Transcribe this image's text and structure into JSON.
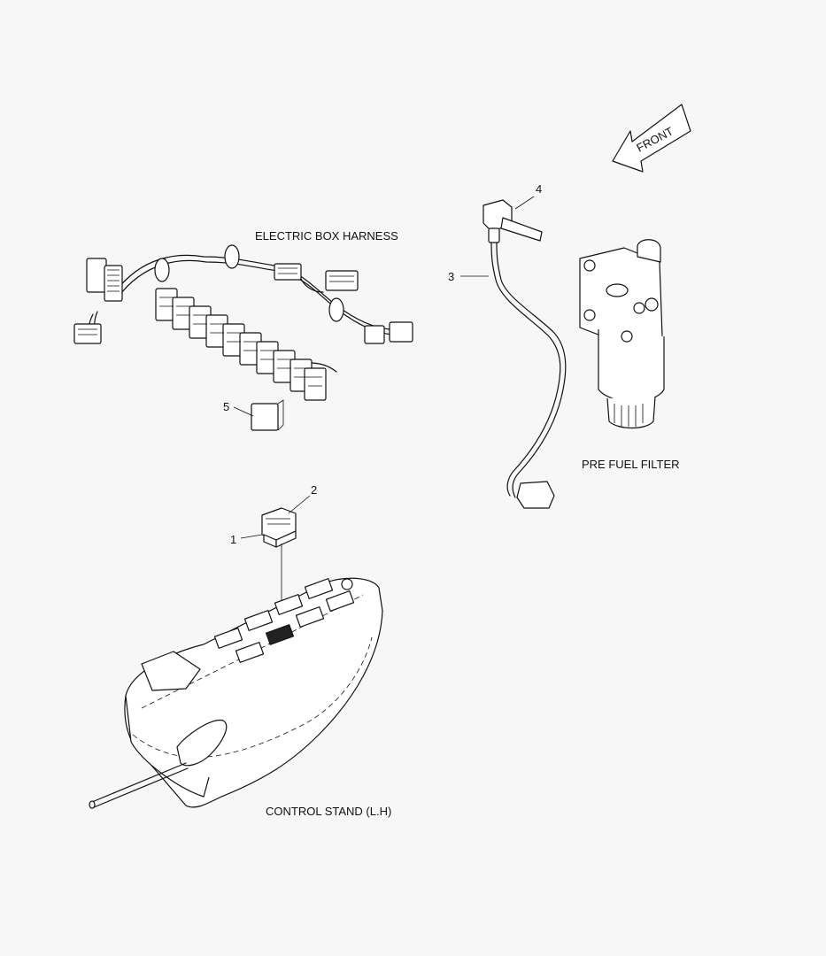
{
  "captions": {
    "electric_box_harness": "ELECTRIC BOX HARNESS",
    "pre_fuel_filter": "PRE FUEL FILTER",
    "control_stand": "CONTROL STAND (L.H)",
    "front_arrow": "FRONT"
  },
  "callouts": {
    "c1": "1",
    "c2": "2",
    "c3": "3",
    "c4": "4",
    "c5": "5"
  }
}
